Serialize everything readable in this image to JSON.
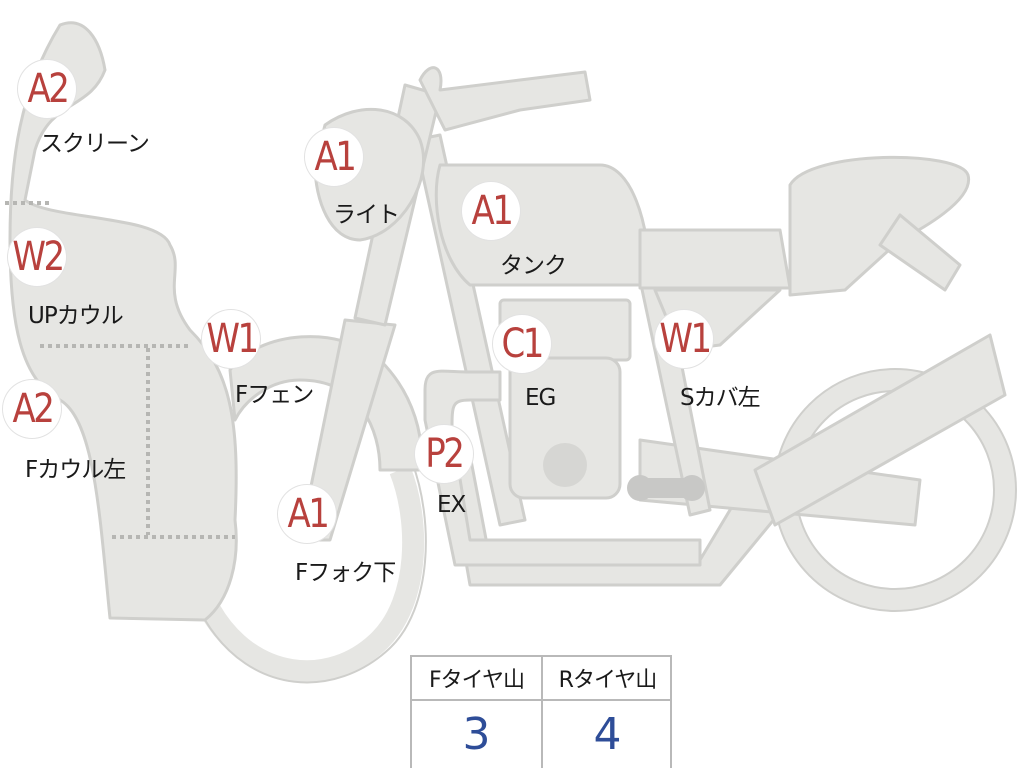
{
  "markers": [
    {
      "id": "screen",
      "code": "A2",
      "label": "スクリーン"
    },
    {
      "id": "up-cowl",
      "code": "W2",
      "label": "UPカウル"
    },
    {
      "id": "f-cowl-left",
      "code": "A2",
      "label": "Fカウル左"
    },
    {
      "id": "light",
      "code": "A1",
      "label": "ライト"
    },
    {
      "id": "f-fender",
      "code": "W1",
      "label": "Fフェン"
    },
    {
      "id": "f-fork-lower",
      "code": "A1",
      "label": "Fフォク下"
    },
    {
      "id": "tank",
      "code": "A1",
      "label": "タンク"
    },
    {
      "id": "engine",
      "code": "C1",
      "label": "EG"
    },
    {
      "id": "exhaust",
      "code": "P2",
      "label": "EX"
    },
    {
      "id": "side-cover-left",
      "code": "W1",
      "label": "Sカバ左"
    }
  ],
  "tire_table": {
    "headers": [
      "Fタイヤ山",
      "Rタイヤ山"
    ],
    "values": [
      "3",
      "4"
    ]
  },
  "colors": {
    "body_fill": "#e6e6e3",
    "body_stroke": "#cfcfcc",
    "marker_code": "#b8413d",
    "table_value": "#2e4d98",
    "table_border": "#b9b9b9"
  }
}
